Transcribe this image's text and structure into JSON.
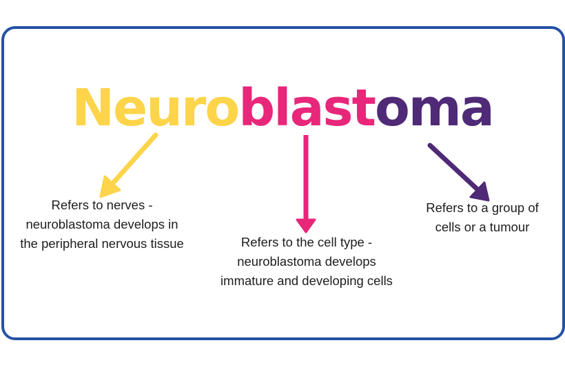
{
  "title": {
    "parts": [
      {
        "text": "Neuro",
        "color": "#fdd44a"
      },
      {
        "text": "blast",
        "color": "#e8267a"
      },
      {
        "text": "oma",
        "color": "#4f2a77"
      }
    ]
  },
  "colors": {
    "frame": "#2352a3",
    "yellow": "#fdd44a",
    "pink": "#e8267a",
    "purple": "#4f2a77",
    "text": "#1d1d1d"
  },
  "notes": [
    {
      "part": "Neuro",
      "lines": [
        "Refers to nerves -",
        "neuroblastoma develops in",
        "the peripheral nervous tissue"
      ]
    },
    {
      "part": "blast",
      "lines": [
        "Refers to the cell type -",
        "neuroblastoma develops",
        "immature and developing cells"
      ]
    },
    {
      "part": "oma",
      "lines": [
        "Refers to a group of",
        "cells or a tumour"
      ]
    }
  ]
}
